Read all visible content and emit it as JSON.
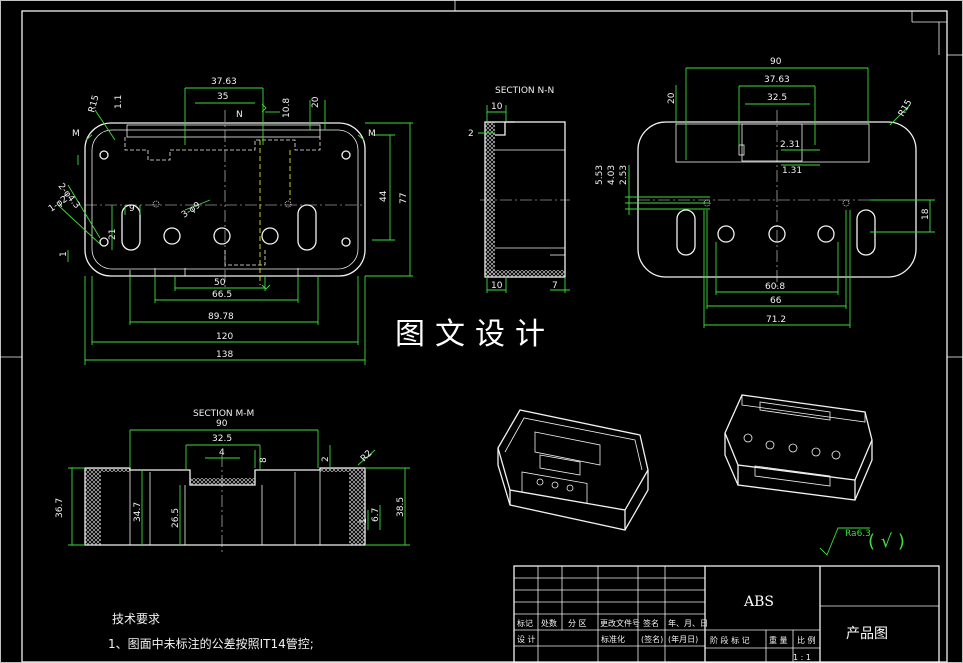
{
  "title": "图文设计",
  "views": {
    "top": {
      "section_marks": [
        "M",
        "M"
      ],
      "center_mark": "N",
      "dims": [
        "37.63",
        "35",
        "10.8",
        "20",
        "R15",
        "1.1",
        "2-φ4.3",
        "1-φ2",
        "1",
        "21",
        "9",
        "3-φ9",
        "44",
        "77",
        "50",
        "66.5",
        "89.78",
        "120",
        "138"
      ]
    },
    "section_nn": {
      "label": "SECTION N-N",
      "dims": [
        "10",
        "2",
        "10",
        "7"
      ]
    },
    "right": {
      "dims": [
        "90",
        "37.63",
        "32.5",
        "20",
        "R15",
        "2.31",
        "1.31",
        "5.53",
        "4.03",
        "2.53",
        "18",
        "60.8",
        "66",
        "71.2"
      ]
    },
    "section_mm": {
      "label": "SECTION M-M",
      "dims": [
        "90",
        "32.5",
        "4",
        "8",
        "2",
        "R2",
        "36.7",
        "34.7",
        "26.5",
        "1",
        "6.7",
        "38.5"
      ]
    }
  },
  "roughness": {
    "value": "Ra6.3",
    "symbol": "( √ )"
  },
  "notes": {
    "heading": "技术要求",
    "line1": "1、图面中未标注的公差按照IT14管控;"
  },
  "title_block": {
    "material": "ABS",
    "drawing_name": "产品图",
    "row_headers": [
      "标记",
      "处数",
      "分 区",
      "更改文件号",
      "签名",
      "年、月、日"
    ],
    "design_row": [
      "设 计",
      "标准化",
      "(签名)",
      "(年月日)"
    ],
    "right_headers": [
      "阶 段 标 记",
      "重 量",
      "比 例"
    ],
    "scale_hint": "1 : 1"
  },
  "colors": {
    "line": "#f2f2f2",
    "dim": "#3ddc3d",
    "hidden": "#e6e600",
    "bg": "#000000"
  }
}
